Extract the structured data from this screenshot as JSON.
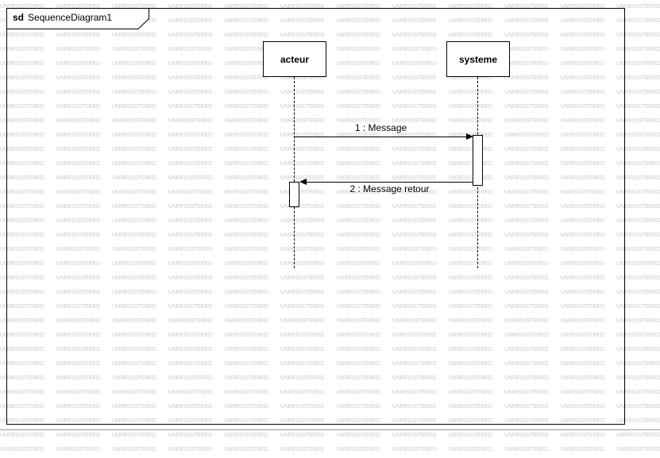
{
  "watermark": {
    "text": "UNREGISTERED"
  },
  "frame": {
    "keyword": "sd",
    "title": "SequenceDiagram1"
  },
  "lifelines": [
    {
      "name": "acteur"
    },
    {
      "name": "systeme"
    }
  ],
  "messages": [
    {
      "label": "1 : Message"
    },
    {
      "label": "2 : Message retour"
    }
  ],
  "colors": {
    "background": "#ffffff",
    "watermark": "#c9c9c9",
    "line": "#000000"
  }
}
